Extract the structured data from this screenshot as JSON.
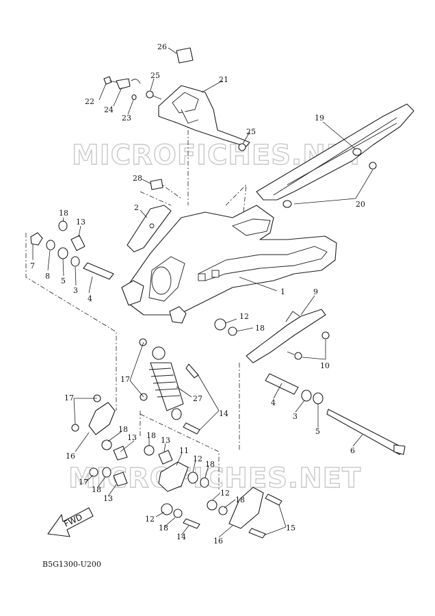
{
  "diagram_code": "B5G1300-U200",
  "watermark": "MICROFICHES.NET",
  "direction_label": "FWD",
  "callouts": [
    "1",
    "2",
    "3",
    "4",
    "5",
    "6",
    "7",
    "8",
    "9",
    "10",
    "11",
    "12",
    "13",
    "14",
    "15",
    "16",
    "17",
    "18",
    "19",
    "20",
    "21",
    "22",
    "23",
    "24",
    "25",
    "26",
    "27",
    "28"
  ]
}
